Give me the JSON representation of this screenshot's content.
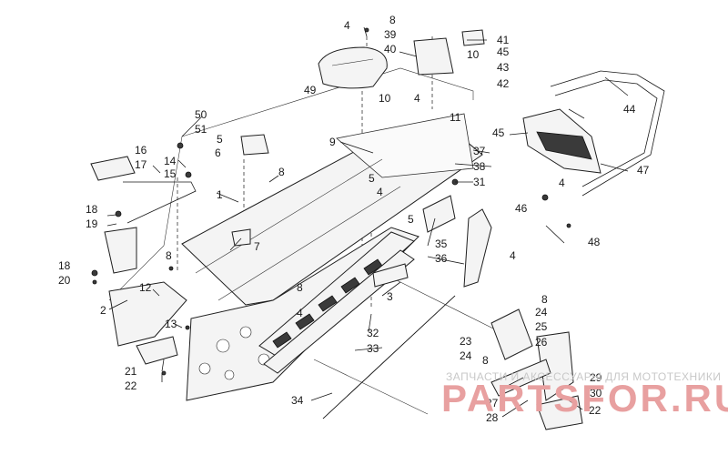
{
  "callouts": [
    {
      "id": "c1",
      "text": "1"
    },
    {
      "id": "c2",
      "text": "2"
    },
    {
      "id": "c3",
      "text": "3"
    },
    {
      "id": "c4a",
      "text": "4"
    },
    {
      "id": "c4b",
      "text": "4"
    },
    {
      "id": "c4c",
      "text": "4"
    },
    {
      "id": "c4d",
      "text": "4"
    },
    {
      "id": "c4e",
      "text": "4"
    },
    {
      "id": "c4f",
      "text": "4"
    },
    {
      "id": "c5a",
      "text": "5"
    },
    {
      "id": "c5b",
      "text": "5"
    },
    {
      "id": "c5c",
      "text": "5"
    },
    {
      "id": "c6",
      "text": "6"
    },
    {
      "id": "c7",
      "text": "7"
    },
    {
      "id": "c8a",
      "text": "8"
    },
    {
      "id": "c8b",
      "text": "8"
    },
    {
      "id": "c8c",
      "text": "8"
    },
    {
      "id": "c8d",
      "text": "8"
    },
    {
      "id": "c8e",
      "text": "8"
    },
    {
      "id": "c8f",
      "text": "8"
    },
    {
      "id": "c9",
      "text": "9"
    },
    {
      "id": "c10a",
      "text": "10"
    },
    {
      "id": "c10b",
      "text": "10"
    },
    {
      "id": "c11",
      "text": "11"
    },
    {
      "id": "c12",
      "text": "12"
    },
    {
      "id": "c13",
      "text": "13"
    },
    {
      "id": "c14",
      "text": "14"
    },
    {
      "id": "c15",
      "text": "15"
    },
    {
      "id": "c16",
      "text": "16"
    },
    {
      "id": "c17",
      "text": "17"
    },
    {
      "id": "c18a",
      "text": "18"
    },
    {
      "id": "c18b",
      "text": "18"
    },
    {
      "id": "c19",
      "text": "19"
    },
    {
      "id": "c20",
      "text": "20"
    },
    {
      "id": "c21",
      "text": "21"
    },
    {
      "id": "c22a",
      "text": "22"
    },
    {
      "id": "c22b",
      "text": "22"
    },
    {
      "id": "c23",
      "text": "23"
    },
    {
      "id": "c24a",
      "text": "24"
    },
    {
      "id": "c24b",
      "text": "24"
    },
    {
      "id": "c25",
      "text": "25"
    },
    {
      "id": "c26",
      "text": "26"
    },
    {
      "id": "c27",
      "text": "27"
    },
    {
      "id": "c28",
      "text": "28"
    },
    {
      "id": "c29",
      "text": "29"
    },
    {
      "id": "c30",
      "text": "30"
    },
    {
      "id": "c31",
      "text": "31"
    },
    {
      "id": "c32",
      "text": "32"
    },
    {
      "id": "c33",
      "text": "33"
    },
    {
      "id": "c34",
      "text": "34"
    },
    {
      "id": "c35",
      "text": "35"
    },
    {
      "id": "c36",
      "text": "36"
    },
    {
      "id": "c37",
      "text": "37"
    },
    {
      "id": "c38",
      "text": "38"
    },
    {
      "id": "c39",
      "text": "39"
    },
    {
      "id": "c40",
      "text": "40"
    },
    {
      "id": "c41",
      "text": "41"
    },
    {
      "id": "c42",
      "text": "42"
    },
    {
      "id": "c43",
      "text": "43"
    },
    {
      "id": "c44",
      "text": "44"
    },
    {
      "id": "c45a",
      "text": "45"
    },
    {
      "id": "c45b",
      "text": "45"
    },
    {
      "id": "c46",
      "text": "46"
    },
    {
      "id": "c47",
      "text": "47"
    },
    {
      "id": "c48",
      "text": "48"
    },
    {
      "id": "c49",
      "text": "49"
    },
    {
      "id": "c50",
      "text": "50"
    },
    {
      "id": "c51",
      "text": "51"
    }
  ],
  "watermark": {
    "caption": "ЗАПЧАСТИ И АКСЕССУАРЫ ДЛЯ МОТОТЕХНИКИ",
    "brand": "PARTSFOR.RU",
    "color": "#e8a0a0"
  }
}
